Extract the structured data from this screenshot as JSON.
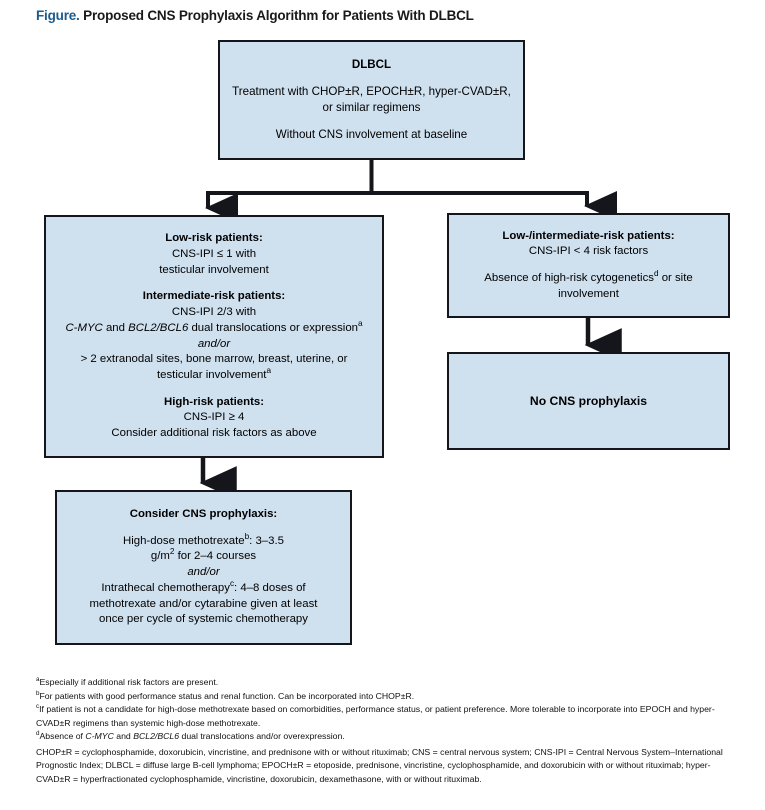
{
  "title": {
    "label": "Figure.",
    "text": "Proposed CNS Prophylaxis Algorithm for Patients With DLBCL",
    "accent_color": "#1a5c8e"
  },
  "theme": {
    "node_fill": "#cfe0ef",
    "node_border": "#15161c",
    "connector_color": "#15161c",
    "text_color": "#000000"
  },
  "flowchart": {
    "nodes": {
      "dlbcl": {
        "name": "dlbcl-root",
        "heading": "DLBCL",
        "line1": "Treatment with CHOP±R, EPOCH±R, hyper-CVAD±R,",
        "line2": "or similar regimens",
        "line3": "Without CNS involvement at baseline"
      },
      "risk_stratification": {
        "name": "risk-stratification",
        "low_heading": "Low-risk patients:",
        "low_line1": "CNS-IPI ≤ 1 with",
        "low_line2": "testicular involvement",
        "int_heading": "Intermediate-risk patients:",
        "int_line1": "CNS-IPI 2/3 with",
        "int_gene1": "C-MYC",
        "int_mid": " and ",
        "int_gene2": "BCL2/BCL6",
        "int_tail": " dual translocations or expression",
        "int_tail_sup": "a",
        "int_andor": "and/or",
        "int_line3": "> 2 extranodal sites, bone marrow, breast, uterine, or",
        "int_line4": "testicular involvement",
        "int_line4_sup": "a",
        "high_heading": "High-risk patients:",
        "high_line1": "CNS-IPI ≥ 4",
        "high_line2": "Consider additional risk factors as above"
      },
      "low_intermediate": {
        "name": "low-intermediate-risk",
        "heading": "Low-/intermediate-risk patients:",
        "line1": "CNS-IPI < 4 risk factors",
        "line2_a": "Absence of high-risk cytogenetics",
        "line2_sup": "d",
        "line2_b": " or site",
        "line3": "involvement"
      },
      "prophylaxis": {
        "name": "consider-cns-prophylaxis",
        "heading": "Consider CNS prophylaxis:",
        "line1_a": "High-dose methotrexate",
        "line1_sup": "b",
        "line1_b": ": 3–3.5",
        "line2_a": "g/m",
        "line2_sup": "2",
        "line2_b": " for 2–4 courses",
        "andor": "and/or",
        "line3_a": "Intrathecal chemotherapy",
        "line3_sup": "c",
        "line3_b": ": 4–8 doses of",
        "line4": "methotrexate and/or cytarabine given at least",
        "line5": "once per cycle of systemic chemotherapy"
      },
      "no_prophylaxis": {
        "name": "no-cns-prophylaxis",
        "heading": "No CNS prophylaxis"
      }
    }
  },
  "footnotes": {
    "a": {
      "marker": "a",
      "text": "Especially if additional risk factors are present."
    },
    "b": {
      "marker": "b",
      "text": "For patients with good performance status and renal function. Can be incorporated into CHOP±R."
    },
    "c": {
      "marker": "c",
      "text": "If patient is not a candidate for high-dose methotrexate based on comorbidities, performance status, or patient preference. More tolerable to incorporate into EPOCH and hyper-CVAD±R regimens than systemic high-dose methotrexate."
    },
    "d": {
      "marker": "d",
      "prefix": "Absence of ",
      "gene1": "C-MYC",
      "mid": " and ",
      "gene2": "BCL2/BCL6",
      "suffix": " dual translocations and/or overexpression."
    },
    "abbreviations": "CHOP±R = cyclophosphamide, doxorubicin, vincristine, and prednisone with or without rituximab; CNS = central nervous system; CNS-IPI = Central Nervous System–International Prognostic Index; DLBCL = diffuse large B-cell lymphoma; EPOCH±R = etoposide, prednisone, vincristine, cyclophosphamide, and doxorubicin with or without rituximab; hyper-CVAD±R = hyperfractionated cyclophosphamide, vincristine, doxorubicin, dexamethasone, with or without rituximab."
  }
}
